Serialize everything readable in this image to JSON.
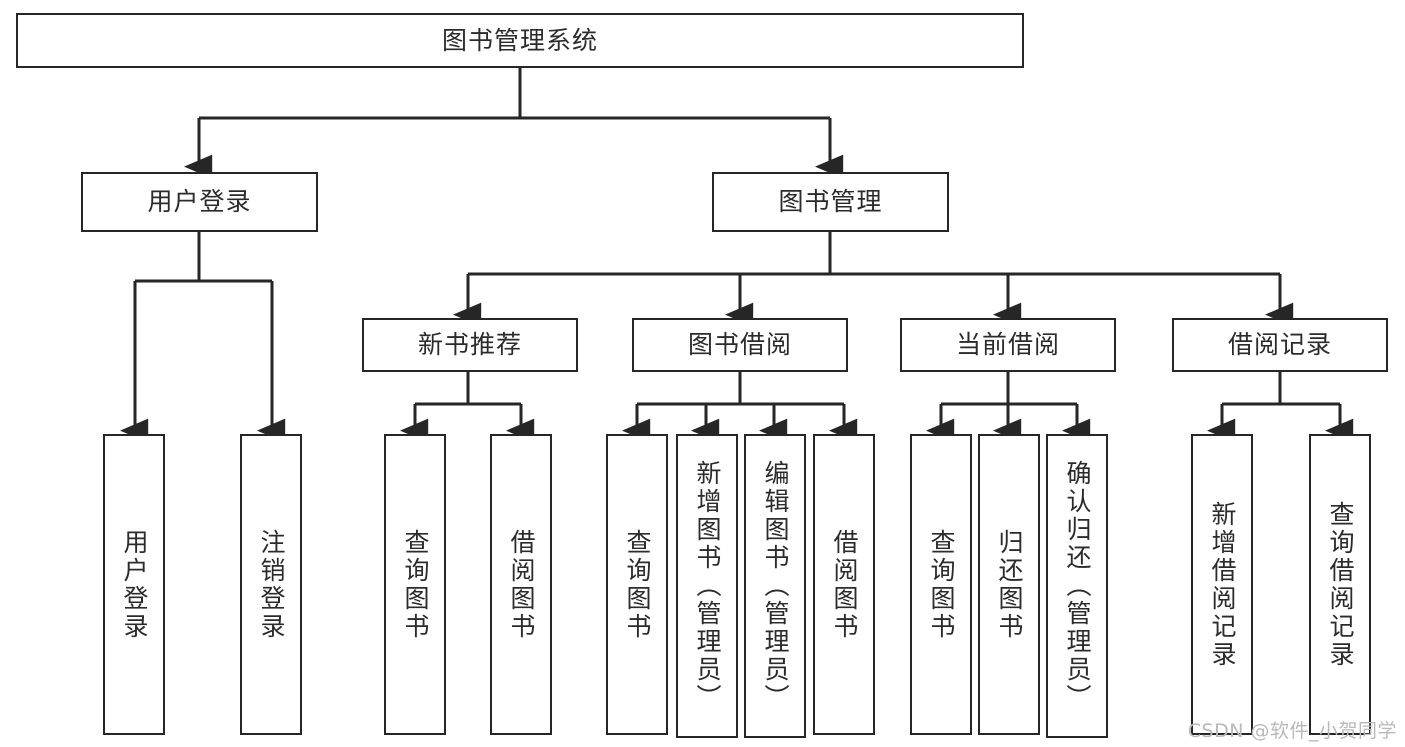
{
  "diagram": {
    "title": "图书管理系统",
    "type": "tree-hierarchy",
    "watermark": "CSDN @软件_小贺同学",
    "colors": {
      "border": "#262626",
      "text": "#2b2b2b",
      "background": "#ffffff",
      "connector": "#262626",
      "watermark": "#b9b9b9"
    },
    "nodes": {
      "root": {
        "label": "图书管理系统"
      },
      "level1": [
        {
          "id": "user-login",
          "label": "用户登录"
        },
        {
          "id": "book-management",
          "label": "图书管理"
        }
      ],
      "level2": [
        {
          "id": "new-book-recommend",
          "label": "新书推荐"
        },
        {
          "id": "book-borrow",
          "label": "图书借阅"
        },
        {
          "id": "current-borrow",
          "label": "当前借阅"
        },
        {
          "id": "borrow-record",
          "label": "借阅记录"
        }
      ],
      "leaves": {
        "user-login": [
          {
            "id": "leaf-user-login",
            "label": "用户登录"
          },
          {
            "id": "leaf-logout",
            "label": "注销登录"
          }
        ],
        "new-book-recommend": [
          {
            "id": "leaf-query-book-1",
            "label": "查询图书"
          },
          {
            "id": "leaf-borrow-book-1",
            "label": "借阅图书"
          }
        ],
        "book-borrow": [
          {
            "id": "leaf-query-book-2",
            "label": "查询图书"
          },
          {
            "id": "leaf-add-book",
            "label": "新增图书（管理员）"
          },
          {
            "id": "leaf-edit-book",
            "label": "编辑图书（管理员）"
          },
          {
            "id": "leaf-borrow-book-2",
            "label": "借阅图书"
          }
        ],
        "current-borrow": [
          {
            "id": "leaf-query-book-3",
            "label": "查询图书"
          },
          {
            "id": "leaf-return-book",
            "label": "归还图书"
          },
          {
            "id": "leaf-confirm-return",
            "label": "确认归还（管理员）"
          }
        ],
        "borrow-record": [
          {
            "id": "leaf-add-record",
            "label": "新增借阅记录"
          },
          {
            "id": "leaf-query-record",
            "label": "查询借阅记录"
          }
        ]
      }
    }
  }
}
